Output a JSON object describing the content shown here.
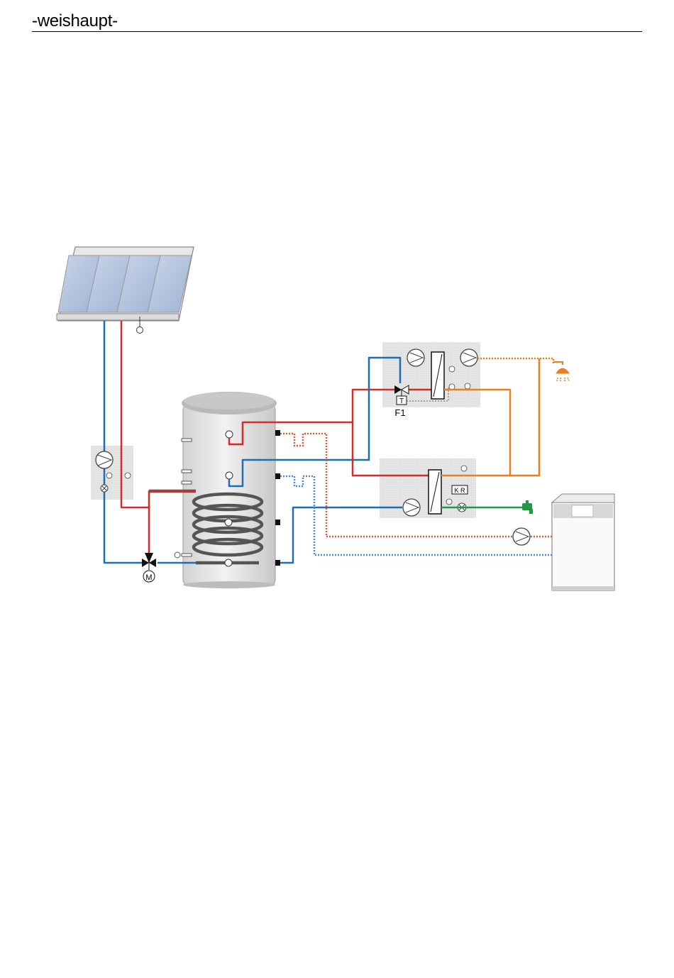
{
  "header": {
    "brand": "-weishaupt-"
  },
  "diagram": {
    "labels": {
      "mixer_valve_id": "F1",
      "thermostat_t": "T",
      "motor_m": "M",
      "controller_kr": "K R"
    },
    "colors": {
      "flow_hot": "#d42b2b",
      "return_cold": "#1f6db5",
      "hot_water": "#e8801e",
      "cold_water": "#1e9a44",
      "module_bg": "#e6e6e6",
      "dotted_red": "#e35a3a",
      "dotted_blue": "#4a8ad6"
    },
    "icons": [
      "solar-collector-icon",
      "storage-tank-icon",
      "pump-icon",
      "heat-exchanger-icon",
      "shower-icon",
      "water-tap-icon",
      "boiler-icon",
      "mixing-valve-icon",
      "temperature-sensor-icon"
    ]
  }
}
